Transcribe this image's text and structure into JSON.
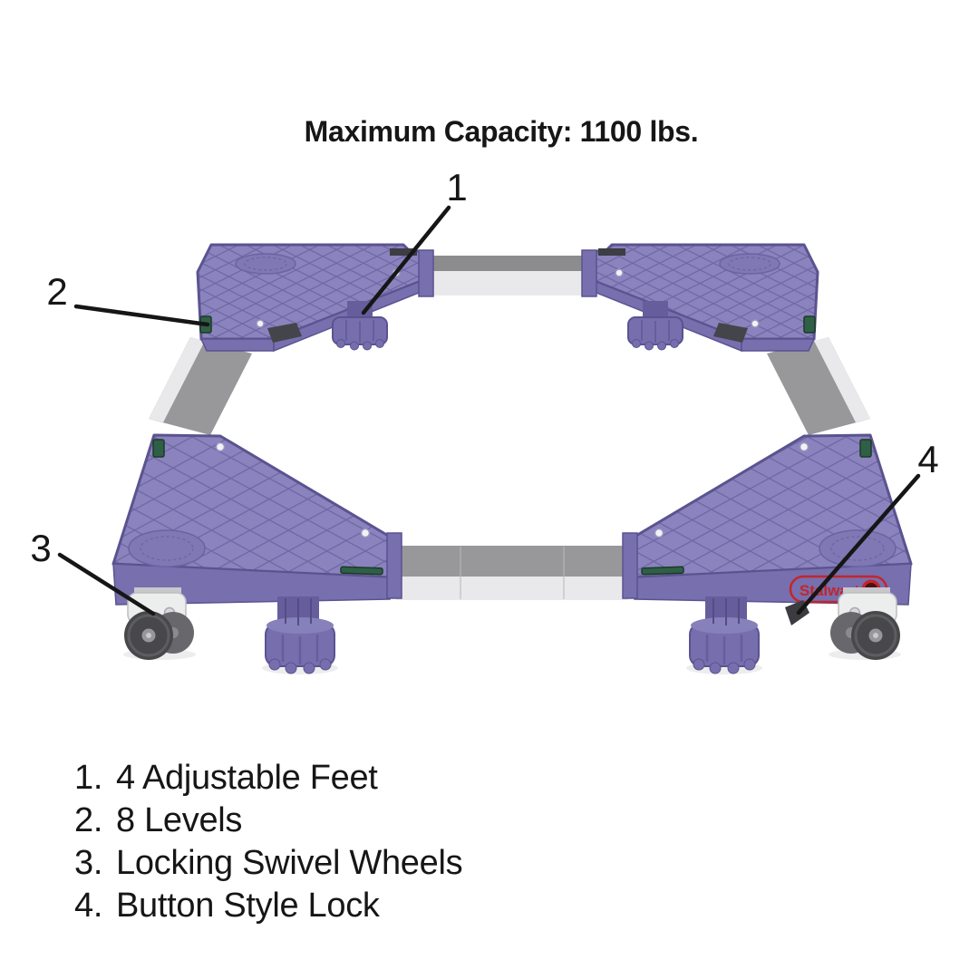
{
  "title": "Maximum Capacity: 1100 lbs.",
  "brand": {
    "logo_text": "Stalwart"
  },
  "callouts": [
    {
      "number": "1"
    },
    {
      "number": "2"
    },
    {
      "number": "3"
    },
    {
      "number": "4"
    }
  ],
  "features": [
    {
      "number": "1.",
      "label": "4 Adjustable Feet"
    },
    {
      "number": "2.",
      "label": "8 Levels"
    },
    {
      "number": "3.",
      "label": "Locking Swivel Wheels"
    },
    {
      "number": "4.",
      "label": "Button Style Lock"
    }
  ],
  "colors": {
    "plate": "#8a83bd",
    "plate_line": "#6f68a6",
    "plate_edge": "#5b5390",
    "plate_wall": "#776fae",
    "foot": "#776eae",
    "foot_dark": "#665e9c",
    "rail": "#98989b",
    "rail_dark": "#8c8c8f",
    "rail_light": "#e9e9eb",
    "wheel": "#48484b",
    "wheel_light": "#68686c",
    "bracket": "#eceded",
    "level_green": "#2f6047",
    "logo_red": "#c2262b",
    "ink": "#161616"
  }
}
